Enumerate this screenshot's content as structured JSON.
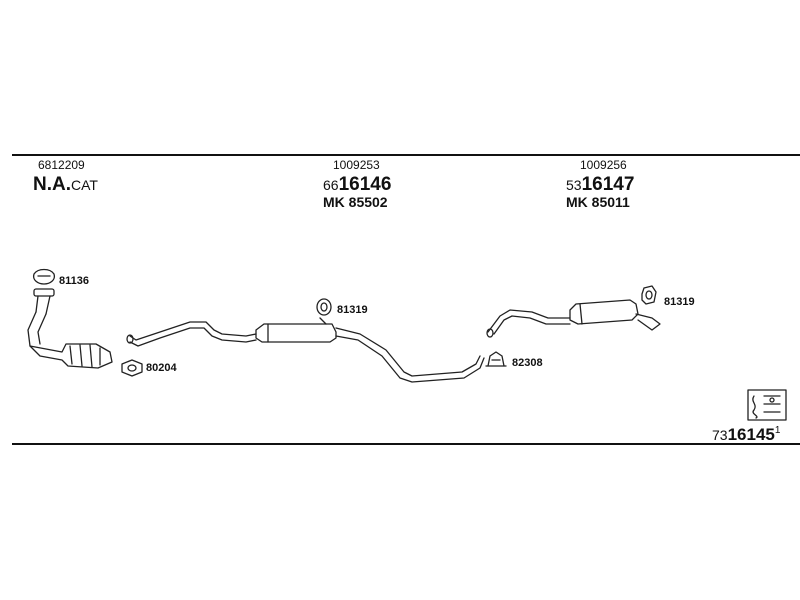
{
  "header": {
    "col1": {
      "ref": "6812209",
      "name_bold": "N.A.",
      "name_suffix": "CAT"
    },
    "col2": {
      "ref": "1009253",
      "prefix": "66",
      "code": "16146",
      "mk": "MK 85502"
    },
    "col3": {
      "ref": "1009256",
      "prefix": "53",
      "code": "16147",
      "mk": "MK 85011"
    }
  },
  "parts": {
    "gasket_top": "81136",
    "gasket_flange": "80204",
    "hanger_mid": "81319",
    "clamp": "82308",
    "hanger_rear": "81319"
  },
  "footer": {
    "prefix": "73",
    "code": "16145",
    "sup": "1"
  }
}
